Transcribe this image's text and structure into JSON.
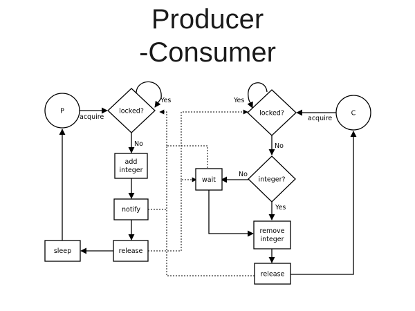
{
  "title": {
    "line1": "Producer",
    "line2": "-Consumer"
  },
  "producer": {
    "node": "P",
    "decision": "locked?",
    "add": [
      "add",
      "integer"
    ],
    "notify": "notify",
    "release": "release",
    "sleep": "sleep",
    "acquire": "acquire",
    "yes": "Yes",
    "no": "No"
  },
  "consumer": {
    "node": "C",
    "decision": "locked?",
    "integer_decision": "integer?",
    "wait": "wait",
    "remove": [
      "remove",
      "integer"
    ],
    "release": "release",
    "acquire": "acquire",
    "yes_locked": "Yes",
    "no_locked": "No",
    "yes_integer": "Yes",
    "no_integer": "No"
  }
}
